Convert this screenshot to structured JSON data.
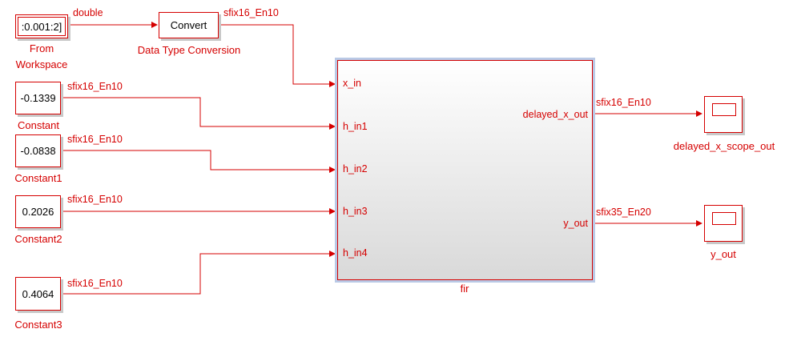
{
  "colors": {
    "line": "#d50000",
    "block_border": "#d50000",
    "selection": "#b9c9e6"
  },
  "blocks": {
    "from_workspace": {
      "value": ":0.001:2]",
      "label_line1": "From",
      "label_line2": "Workspace"
    },
    "convert": {
      "value": "Convert",
      "label": "Data Type Conversion"
    },
    "constant": {
      "value": "-0.1339",
      "label": "Constant"
    },
    "constant1": {
      "value": "-0.0838",
      "label": "Constant1"
    },
    "constant2": {
      "value": "0.2026",
      "label": "Constant2"
    },
    "constant3": {
      "value": "0.4064",
      "label": "Constant3"
    },
    "fir": {
      "label": "fir",
      "inputs": [
        "x_in",
        "h_in1",
        "h_in2",
        "h_in3",
        "h_in4"
      ],
      "outputs": [
        "delayed_x_out",
        "y_out"
      ]
    },
    "delayed_scope": {
      "label": "delayed_x_scope_out"
    },
    "y_scope": {
      "label": "y_out"
    }
  },
  "signals": {
    "from_ws": "double",
    "convert_out": "sfix16_En10",
    "c0": "sfix16_En10",
    "c1": "sfix16_En10",
    "c2": "sfix16_En10",
    "c3": "sfix16_En10",
    "delayed_out": "sfix16_En10",
    "y_out": "sfix35_En20"
  }
}
